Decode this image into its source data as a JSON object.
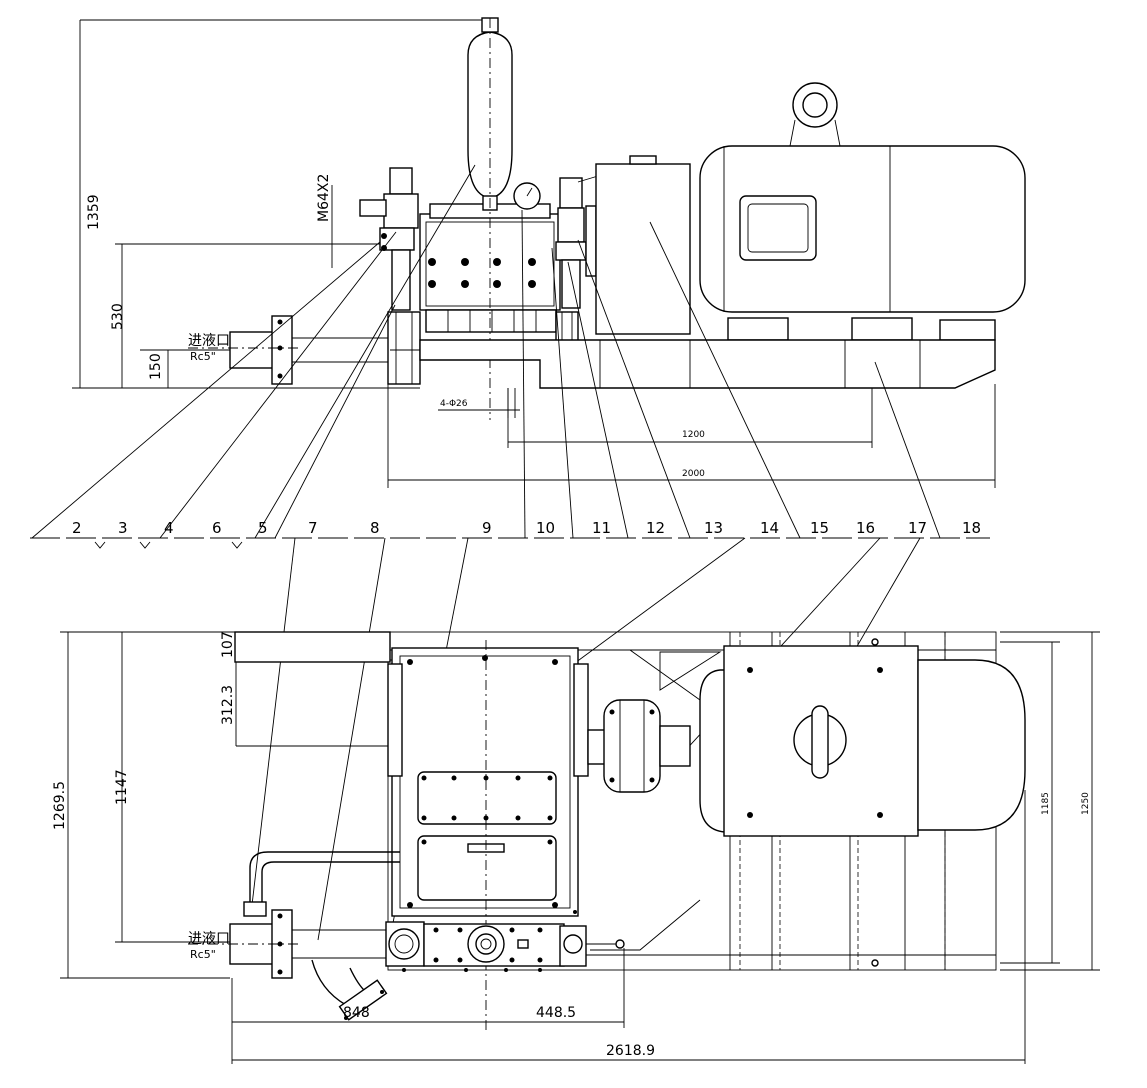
{
  "top_view": {
    "dimensions": {
      "overall_height": "1359",
      "outlet_height": "530",
      "inlet_height": "150",
      "thread": "M64X2",
      "holes": "4-Φ26",
      "frame_span": "1200",
      "frame_length": "2000"
    },
    "inlet": {
      "label": "进液口",
      "thread": "Rc5\""
    }
  },
  "callouts": [
    "2",
    "3",
    "4",
    "6",
    "5",
    "7",
    "8",
    "9",
    "10",
    "11",
    "12",
    "13",
    "14",
    "15",
    "16",
    "17",
    "18"
  ],
  "bottom_view": {
    "dimensions": {
      "width_total": "1269.5",
      "width_main": "1147",
      "offset_small": "107",
      "offset_mid": "312.3",
      "left_length": "848",
      "right_length": "448.5",
      "overall_length": "2618.9",
      "frame_width_inner": "1185",
      "frame_width_outer": "1250"
    },
    "inlet": {
      "label": "进液口",
      "thread": "Rc5\""
    }
  }
}
